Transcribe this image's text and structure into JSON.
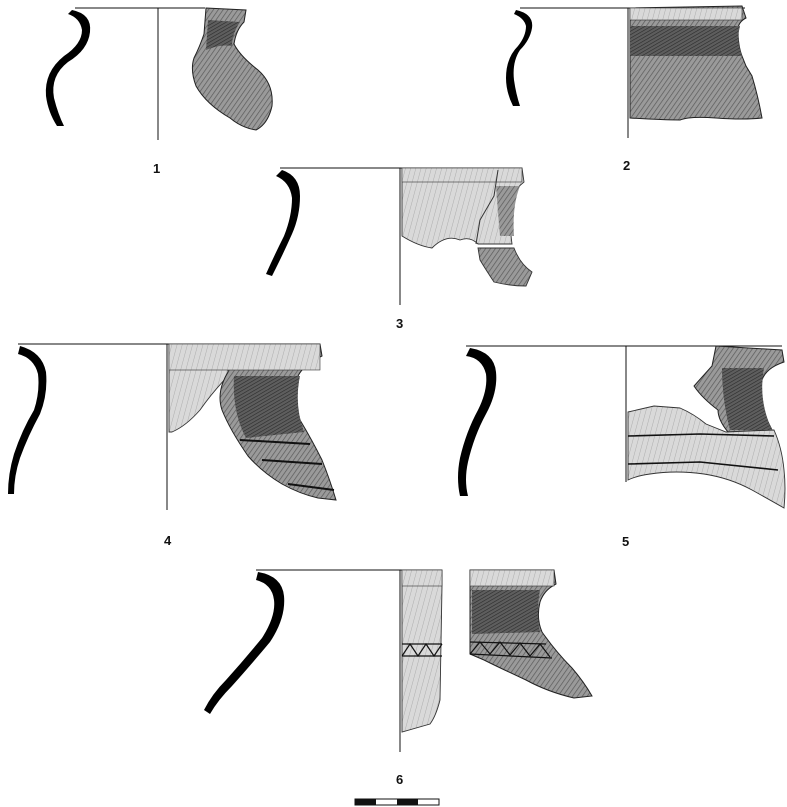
{
  "figures": [
    {
      "number": "1"
    },
    {
      "number": "2"
    },
    {
      "number": "3"
    },
    {
      "number": "4"
    },
    {
      "number": "5"
    },
    {
      "number": "6"
    }
  ],
  "colors": {
    "ink": "#111111",
    "profile": "#000000",
    "shade_dark": "#3a3a3a",
    "shade_mid": "#8a8a8a",
    "shade_light": "#d6d6d6",
    "paper": "#ffffff"
  },
  "scale_bar": {
    "segments": 4
  }
}
